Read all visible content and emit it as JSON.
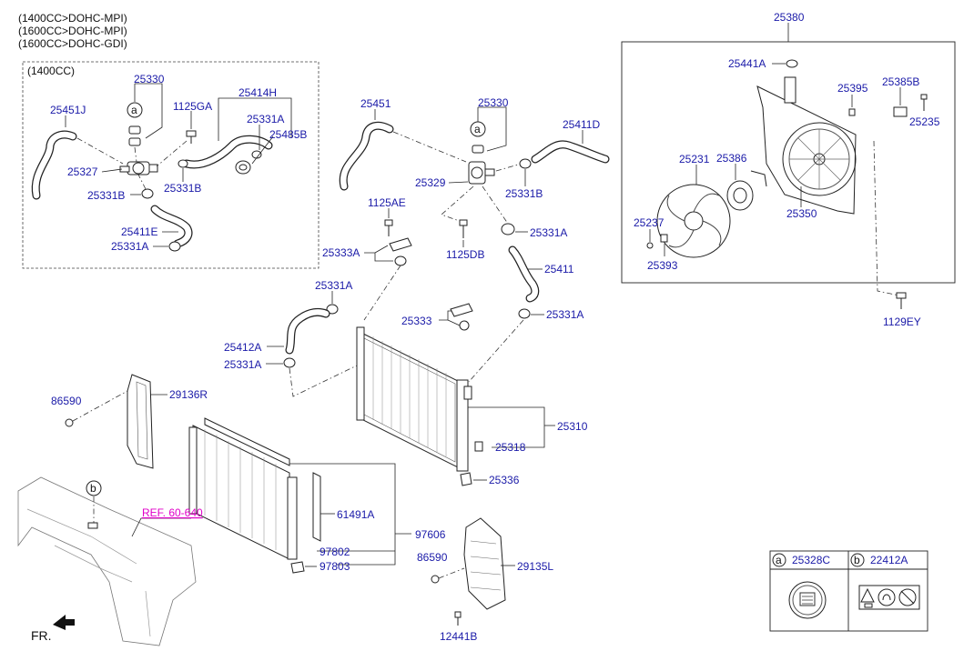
{
  "engine_notes": [
    "(1400CC>DOHC-MPI)",
    "(1600CC>DOHC-MPI)",
    "(1600CC>DOHC-GDI)"
  ],
  "inset_1400_label": "(1400CC)",
  "ref_label": "REF. 60-640",
  "front_label": "FR.",
  "callouts": {
    "a": "a",
    "b": "b"
  },
  "legend": {
    "a_code": "25328C",
    "b_code": "22412A"
  },
  "parts": {
    "p25330_inset": "25330",
    "p1125GA": "1125GA",
    "p25414H": "25414H",
    "p25451J": "25451J",
    "p25331A_inset1": "25331A",
    "p25485B": "25485B",
    "p25327": "25327",
    "p25331B_inset1": "25331B",
    "p25331B_inset2": "25331B",
    "p25411E": "25411E",
    "p25331A_inset2": "25331A",
    "p25451": "25451",
    "p25330": "25330",
    "p25411D": "25411D",
    "p25329": "25329",
    "p25331B": "25331B",
    "p1125AE": "1125AE",
    "p25331A_1": "25331A",
    "p25333A": "25333A",
    "p1125DB": "1125DB",
    "p25411": "25411",
    "p25331A_2": "25331A",
    "p25333": "25333",
    "p25331A_3": "25331A",
    "p25412A": "25412A",
    "p25331A_4": "25331A",
    "p86590_1": "86590",
    "p29136R": "29136R",
    "p25310": "25310",
    "p25318": "25318",
    "p25336": "25336",
    "p61491A": "61491A",
    "p97606": "97606",
    "p97802": "97802",
    "p97803": "97803",
    "p86590_2": "86590",
    "p29135L": "29135L",
    "p12441B": "12441B",
    "p25380": "25380",
    "p25441A": "25441A",
    "p25395": "25395",
    "p25385B": "25385B",
    "p25235": "25235",
    "p25231": "25231",
    "p25386": "25386",
    "p25237": "25237",
    "p25350": "25350",
    "p25393": "25393",
    "p1129EY": "1129EY"
  }
}
